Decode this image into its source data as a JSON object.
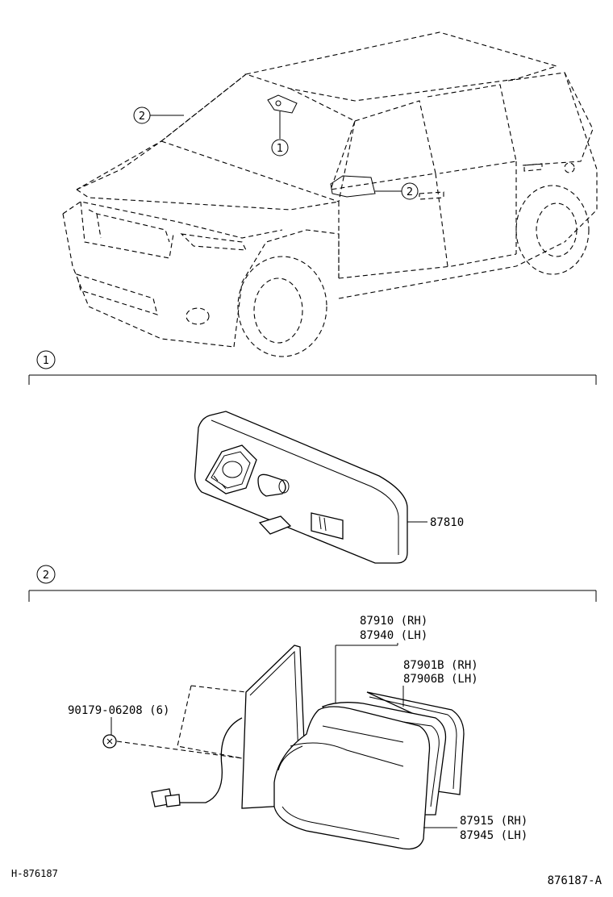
{
  "diagram": {
    "callouts": {
      "c1": "1",
      "c2": "2"
    },
    "parts": {
      "inner_mirror": "87810",
      "mirror_assy_rh": "87910 (RH)",
      "mirror_assy_lh": "87940 (LH)",
      "outer_mirror_rh": "87901B (RH)",
      "outer_mirror_lh": "87906B (LH)",
      "screw": "90179-06208 (6)",
      "cover_rh": "87915 (RH)",
      "cover_lh": "87945 (LH)"
    },
    "footer": {
      "left_code": "H-876187",
      "right_code": "876187-A"
    }
  }
}
